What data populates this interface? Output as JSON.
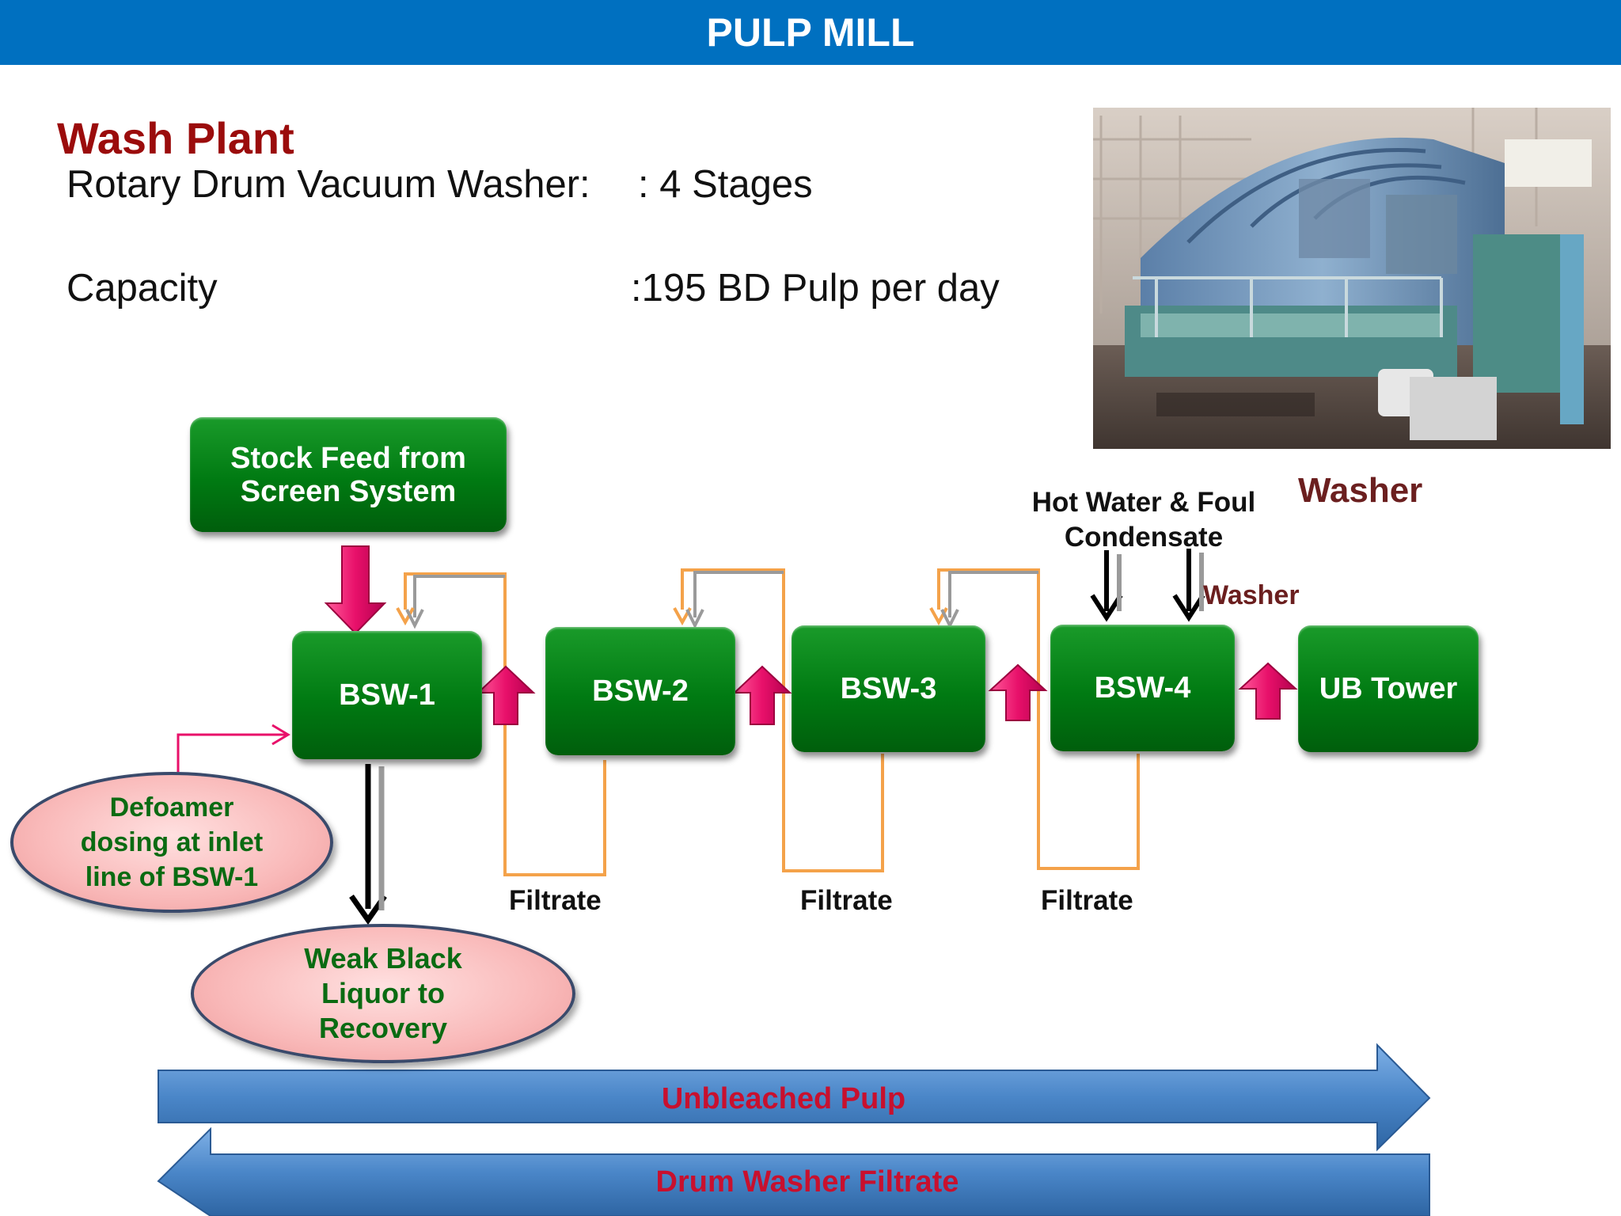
{
  "header": {
    "title": "PULP MILL"
  },
  "heading": "Wash Plant",
  "specs": {
    "line1_label": "Rotary Drum Vacuum Washer:",
    "line1_value": ": 4 Stages",
    "line2_label": "Capacity",
    "line2_value": ":195 BD Pulp per day"
  },
  "diagram": {
    "stock_feed": "Stock Feed from Screen System",
    "washers": [
      "BSW-1",
      "BSW-2",
      "BSW-3",
      "BSW-4"
    ],
    "ub_tower": "UB Tower",
    "hot_water": "Hot Water & Foul Condensate",
    "washer_big": "Washer",
    "washer_small": "Washer",
    "filtrate_labels": [
      "Filtrate",
      "Filtrate",
      "Filtrate"
    ],
    "defoamer": "Defoamer dosing at inlet line of BSW-1",
    "weak_black_liquor": "Weak Black Liquor to Recovery",
    "band_forward": "Unbleached Pulp",
    "band_backward": "Drum Washer Filtrate"
  },
  "colors": {
    "header_blue": "#0070c0",
    "heading_red": "#9b0c0c",
    "box_green": "#007a12",
    "filtrate_orange": "#f4a24a",
    "arrow_magenta": "#e8106a",
    "band_blue": "#4a86c8",
    "band_text_red": "#c8102e"
  }
}
